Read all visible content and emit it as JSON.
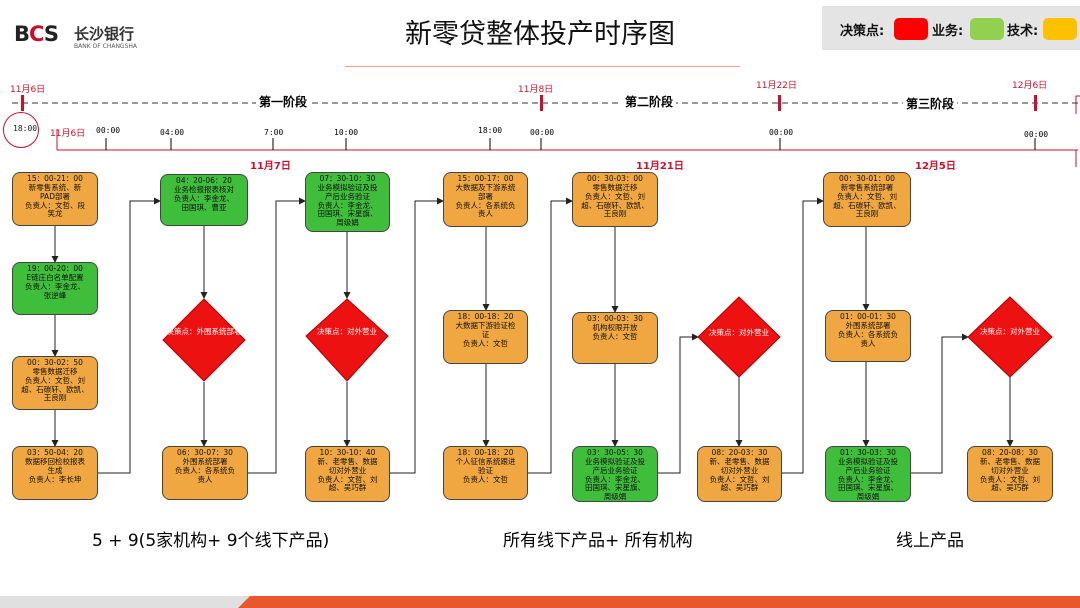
{
  "header": {
    "logo_mark": [
      "B",
      "C",
      "S"
    ],
    "logo_cn": "长沙银行",
    "logo_en": "BANK OF CHANGSHA",
    "title": "新零贷整体投产时序图"
  },
  "legend": {
    "items": [
      {
        "label": "决策点:",
        "color": "#ff0000"
      },
      {
        "label": "业务:",
        "color": "#92d050"
      },
      {
        "label": "技术:",
        "color": "#ffc000"
      }
    ]
  },
  "timeline": {
    "milestones": [
      "11月6日",
      "11月8日",
      "11月22日",
      "12月6日"
    ],
    "stages": [
      "第一阶段",
      "第二阶段",
      "第三阶段"
    ],
    "start_label": "11月6日",
    "circle_label": "18:00",
    "hours": [
      "00:00",
      "04:00",
      "7:00",
      "10:00",
      "18:00",
      "00:00",
      "00:00",
      "00:00"
    ],
    "days": [
      "11月7日",
      "11月21日",
      "12月5日"
    ]
  },
  "boxes": [
    {
      "id": "a1",
      "kind": "orange",
      "lines": [
        "15：00-21：00",
        "新零售系统、新",
        "PAD部署",
        "负责人：文哲、段",
        "笑龙"
      ]
    },
    {
      "id": "a2",
      "kind": "green",
      "lines": [
        "19：00-20：00",
        "E链庄白名单配置",
        "负责人：李金龙、",
        "张逆峰"
      ]
    },
    {
      "id": "a3",
      "kind": "orange",
      "lines": [
        "00：30-02：50",
        "零售数据迁移",
        "负责人：文哲、刘",
        "超、石碳轩、欧凯、",
        "王良刚"
      ]
    },
    {
      "id": "a4",
      "kind": "orange",
      "lines": [
        "03：50-04：20",
        "数据移回检校报表",
        "生成",
        "负责人：李长坤"
      ]
    },
    {
      "id": "b1",
      "kind": "green",
      "lines": [
        "04：20-06：20",
        "业务检报报表核对",
        "负责人：李金龙、",
        "田国琪、曹亚"
      ]
    },
    {
      "id": "b2",
      "kind": "orange",
      "lines": [
        "06：30-07：30",
        "外围系统部署",
        "负责人：各系统负",
        "责人"
      ]
    },
    {
      "id": "c1",
      "kind": "green",
      "lines": [
        "07：30-10：30",
        "业务模拟验证及投",
        "产后业务验证",
        "负责人：李金龙、",
        "田国琪、宋星旗、",
        "周级娟"
      ]
    },
    {
      "id": "c2",
      "kind": "orange",
      "lines": [
        "10：30-10：40",
        "新、老零售、数据",
        "切对外营业",
        "负责人：文哲、刘",
        "超、吴巧群"
      ]
    },
    {
      "id": "d1",
      "kind": "orange",
      "lines": [
        "15：00-17：00",
        "大数据及下游系统",
        "部署",
        "负责人：各系统负",
        "责人"
      ]
    },
    {
      "id": "d2",
      "kind": "orange",
      "lines": [
        "18：00-18：20",
        "大数据下游验证检",
        "证",
        "负责人：文哲"
      ]
    },
    {
      "id": "d3",
      "kind": "orange",
      "lines": [
        "18：00-18：20",
        "个人征信系统跟进",
        "验证",
        "负责人：文哲"
      ]
    },
    {
      "id": "e1",
      "kind": "orange",
      "lines": [
        "00：30-03：00",
        "零售数据迁移",
        "负责人：文哲、刘",
        "超、石碳轩、欧凯、",
        "王良刚"
      ]
    },
    {
      "id": "e2",
      "kind": "orange",
      "lines": [
        "03：00-03：30",
        "机构权限开放",
        "负责人：文哲"
      ]
    },
    {
      "id": "e3",
      "kind": "green",
      "lines": [
        "03：30-05：30",
        "业务模拟验证及投",
        "产后业务验证",
        "负责人：李金龙、",
        "田国琪、宋星旗、",
        "周级娟"
      ]
    },
    {
      "id": "f1",
      "kind": "orange",
      "lines": [
        "08：20-03：30",
        "新、老零售、数据",
        "切对外营业",
        "负责人：文哲、刘",
        "超、吴巧群"
      ]
    },
    {
      "id": "g1",
      "kind": "orange",
      "lines": [
        "00：30-01：00",
        "新零售系统部署",
        "负责人：文哲、刘",
        "超、石碳轩、欧凯、",
        "王良刚"
      ]
    },
    {
      "id": "g2",
      "kind": "orange",
      "lines": [
        "01：00-01：30",
        "外围系统部署",
        "负责人：各系统负",
        "责人"
      ]
    },
    {
      "id": "g3",
      "kind": "green",
      "lines": [
        "01：30-03：30",
        "业务模拟验证及投",
        "产后业务验证",
        "负责人：李金龙、",
        "田国琪、宋星旗、",
        "周级娟"
      ]
    },
    {
      "id": "h1",
      "kind": "orange",
      "lines": [
        "08：20-08：30",
        "新、老零售、数据",
        "切对外营业",
        "负责人：文哲、刘",
        "超、吴巧群"
      ]
    }
  ],
  "decisions": [
    {
      "id": "dm1",
      "text": "决策点：外围系统部署"
    },
    {
      "id": "dm2",
      "text": "决策点：对外营业"
    },
    {
      "id": "dm3",
      "text": "决策点：对外营业"
    },
    {
      "id": "dm4",
      "text": "决策点：对外营业"
    }
  ],
  "footer": [
    "5 + 9(5家机构+ 9个线下产品)",
    "所有线下产品+ 所有机构",
    "线上产品"
  ]
}
